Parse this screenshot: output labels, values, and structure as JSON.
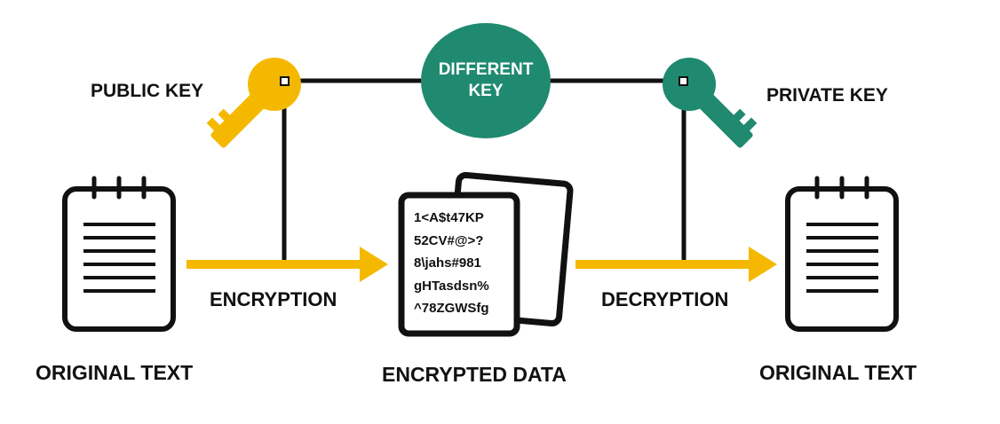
{
  "labels": {
    "public_key": "PUBLIC KEY",
    "private_key": "PRIVATE KEY",
    "different_key_line1": "DIFFERENT",
    "different_key_line2": "KEY",
    "encryption": "ENCRYPTION",
    "decryption": "DECRYPTION",
    "original_text_left": "ORIGINAL TEXT",
    "original_text_right": "ORIGINAL TEXT",
    "encrypted_data": "ENCRYPTED DATA"
  },
  "ciphertext": [
    "1<A$t47KP",
    "52CV#@>?",
    "8\\jahs#981",
    "gHTasdsn%",
    "^78ZGWSfg"
  ],
  "colors": {
    "public_key": "#f5b800",
    "private_key": "#1f8a70",
    "different_key_badge": "#1f8a70",
    "arrow": "#f5b800",
    "line": "#111111"
  },
  "icons": [
    "key-icon",
    "key-icon",
    "notepad-icon",
    "notepad-icon",
    "encrypted-document-icon",
    "arrow-right-icon"
  ]
}
